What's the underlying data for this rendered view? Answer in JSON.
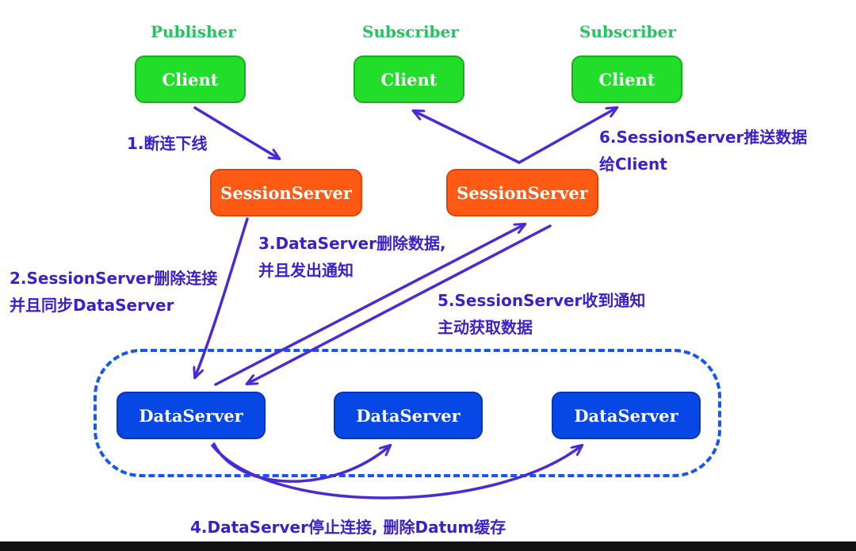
{
  "roles": {
    "publisher": "Publisher",
    "subscriber_1": "Subscriber",
    "subscriber_2": "Subscriber"
  },
  "nodes": {
    "client_publisher": "Client",
    "client_subscriber_1": "Client",
    "client_subscriber_2": "Client",
    "session_left": "SessionServer",
    "session_right": "SessionServer",
    "data_1": "DataServer",
    "data_2": "DataServer",
    "data_3": "DataServer"
  },
  "steps": {
    "s1": "1.断连下线",
    "s2_line1": "2.SessionServer删除连接",
    "s2_line2": "并且同步DataServer",
    "s3_line1": "3.DataServer删除数据,",
    "s3_line2": "并且发出通知",
    "s4": "4.DataServer停止连接, 删除Datum缓存",
    "s5_line1": "5.SessionServer收到通知",
    "s5_line2": "主动获取数据",
    "s6_line1": "6.SessionServer推送数据",
    "s6_line2": "给Client"
  },
  "colors": {
    "client": "#22dd2a",
    "session": "#ff5a14",
    "data": "#0747e6",
    "arrow": "#4b2ad6",
    "label": "#22c55e",
    "cluster": "#1557f0"
  }
}
